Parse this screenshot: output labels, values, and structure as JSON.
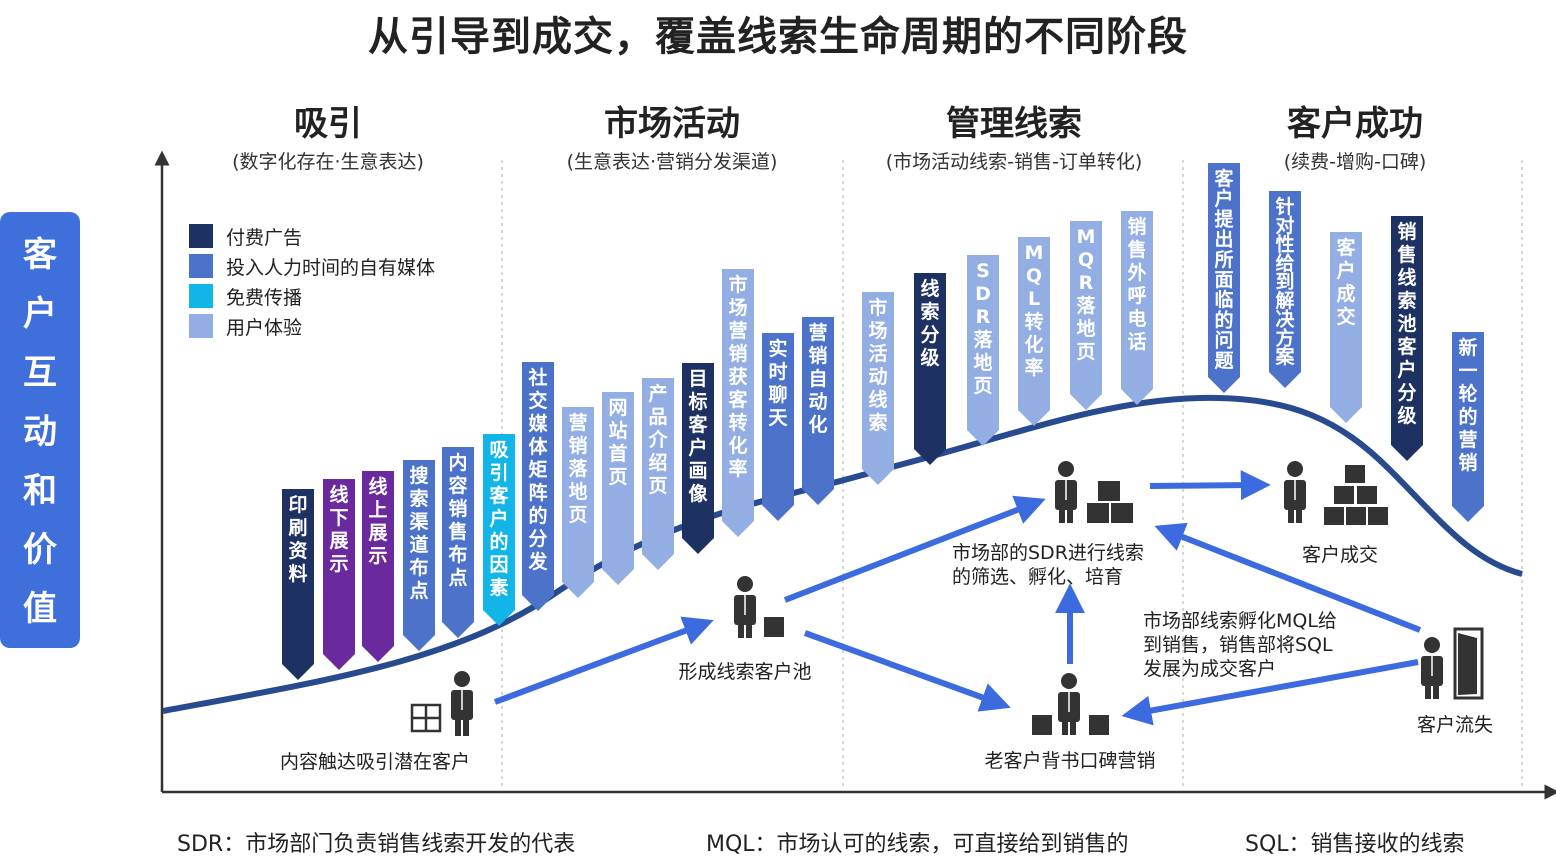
{
  "title": "从引导到成交，覆盖线索生命周期的不同阶段",
  "side_label": [
    "客",
    "户",
    "互",
    "动",
    "和",
    "价",
    "值"
  ],
  "stages": [
    {
      "title": "吸引",
      "subtitle": "(数字化存在·生意表达)"
    },
    {
      "title": "市场活动",
      "subtitle": "(生意表达·营销分发渠道)"
    },
    {
      "title": "管理线索",
      "subtitle": "(市场活动线索-销售-订单转化)"
    },
    {
      "title": "客户成功",
      "subtitle": "(续费-增购-口碑)"
    }
  ],
  "legend": [
    {
      "label": "付费广告",
      "color": "#1E3163"
    },
    {
      "label": "投入人力时间的自有媒体",
      "color": "#4C72C9"
    },
    {
      "label": "免费传播",
      "color": "#12B5E8"
    },
    {
      "label": "用户体验",
      "color": "#93AEE2"
    }
  ],
  "tags": [
    {
      "text": "印刷资料",
      "category": 0
    },
    {
      "text": "线下展示",
      "category": "purple"
    },
    {
      "text": "线上展示",
      "category": "purple"
    },
    {
      "text": "搜索渠道布点",
      "category": 1
    },
    {
      "text": "内容销售布点",
      "category": 1
    },
    {
      "text": "吸引客户的因素",
      "category": 2
    },
    {
      "text": "社交媒体矩阵的分发",
      "category": 1
    },
    {
      "text": "营销落地页",
      "category": 3
    },
    {
      "text": "网站首页",
      "category": 3
    },
    {
      "text": "产品介绍页",
      "category": 3
    },
    {
      "text": "目标客户画像",
      "category": 0
    },
    {
      "text": "市场营销获客转化率",
      "category": 3
    },
    {
      "text": "实时聊天",
      "category": 1
    },
    {
      "text": "营销自动化",
      "category": 1
    },
    {
      "text": "市场活动线索",
      "category": 3
    },
    {
      "text": "线索分级",
      "category": 0
    },
    {
      "text": "SDR落地页",
      "category": 3
    },
    {
      "text": "MQL转化率",
      "category": 3
    },
    {
      "text": "MQR落地页",
      "category": 3
    },
    {
      "text": "销售外呼电话",
      "category": 3
    },
    {
      "text": "客户提出所面临的问题",
      "category": 1
    },
    {
      "text": "针对性给到解决方案",
      "category": 1
    },
    {
      "text": "客户成交",
      "category": 3
    },
    {
      "text": "销售线索池客户分级",
      "category": 0
    },
    {
      "text": "新一轮的营销",
      "category": 1
    }
  ],
  "nodes": {
    "content": "内容触达吸引潜在客户",
    "pool": "形成线索客户池",
    "sdr": [
      "市场部的SDR进行线索",
      "的筛选、孵化、培育"
    ],
    "deal": "客户成交",
    "referral": "老客户背书口碑营销",
    "churn": "客户流失",
    "mql_note": [
      "市场部线索孵化MQL给",
      "到销售，销售部将SQL",
      "发展为成交客户"
    ]
  },
  "footnotes": {
    "sdr": "SDR：市场部门负责销售线索开发的代表",
    "mql": "MQL：市场认可的线索，可直接给到销售的",
    "sql": "SQL：销售接收的线索"
  },
  "colors": {
    "purple": "#6A2A9E",
    "arrow": "#3C6BE0",
    "curve": "#284A8E",
    "icon": "#333333"
  }
}
